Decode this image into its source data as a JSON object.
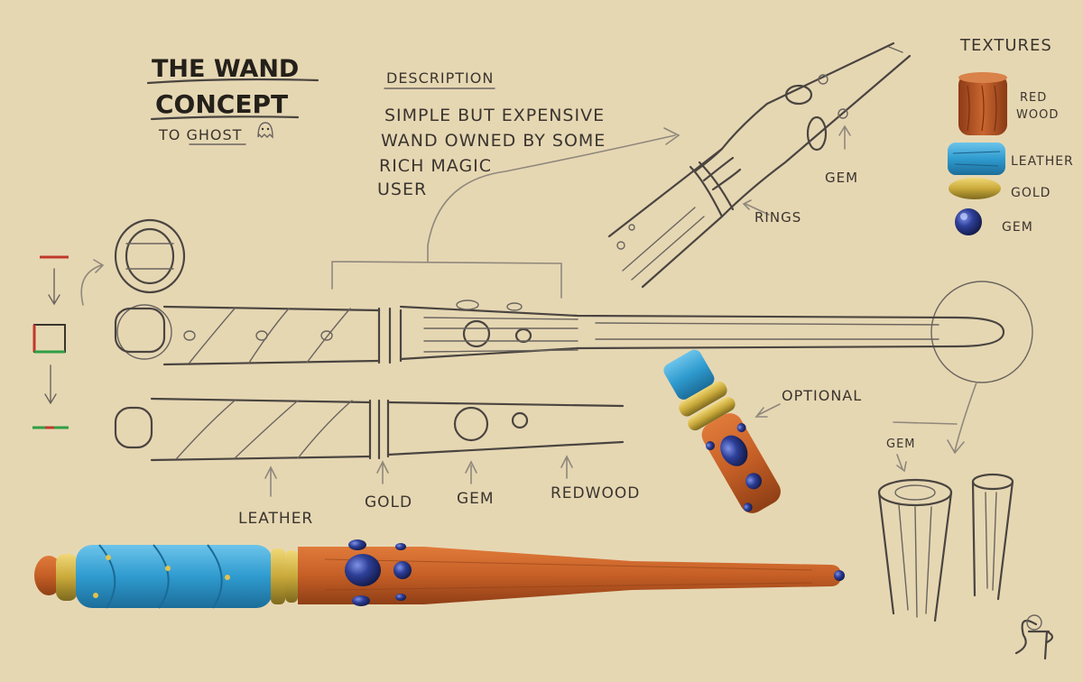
{
  "title": {
    "line1": "THE WAND",
    "line2": "CONCEPT",
    "dedication": "TO GHOST"
  },
  "description": {
    "heading": "DESCRIPTION",
    "lines": [
      "SIMPLE BUT EXPENSIVE",
      "WAND OWNED BY SOME",
      "RICH MAGIC",
      "USER"
    ]
  },
  "textures": {
    "heading": "TEXTURES",
    "items": [
      {
        "label_line1": "RED",
        "label_line2": "WOOD",
        "color": "#b5562b"
      },
      {
        "label_line1": "LEATHER",
        "label_line2": "",
        "color": "#2f86c4"
      },
      {
        "label_line1": "GOLD",
        "label_line2": "",
        "color": "#c9ad3c"
      },
      {
        "label_line1": "GEM",
        "label_line2": "",
        "color": "#1e2a66"
      }
    ]
  },
  "callouts": {
    "gem_top": "GEM",
    "rings": "RINGS",
    "optional": "OPTIONAL",
    "leather": "LEATHER",
    "gold": "GOLD",
    "gem": "GEM",
    "redwood": "REDWOOD",
    "gem_tip": "GEM"
  },
  "colors": {
    "background": "#e6d7b3",
    "leather": "#2f9bcf",
    "redwood": "#c4622a",
    "gold": "#c9a93a",
    "gem": "#2a3a8a"
  }
}
